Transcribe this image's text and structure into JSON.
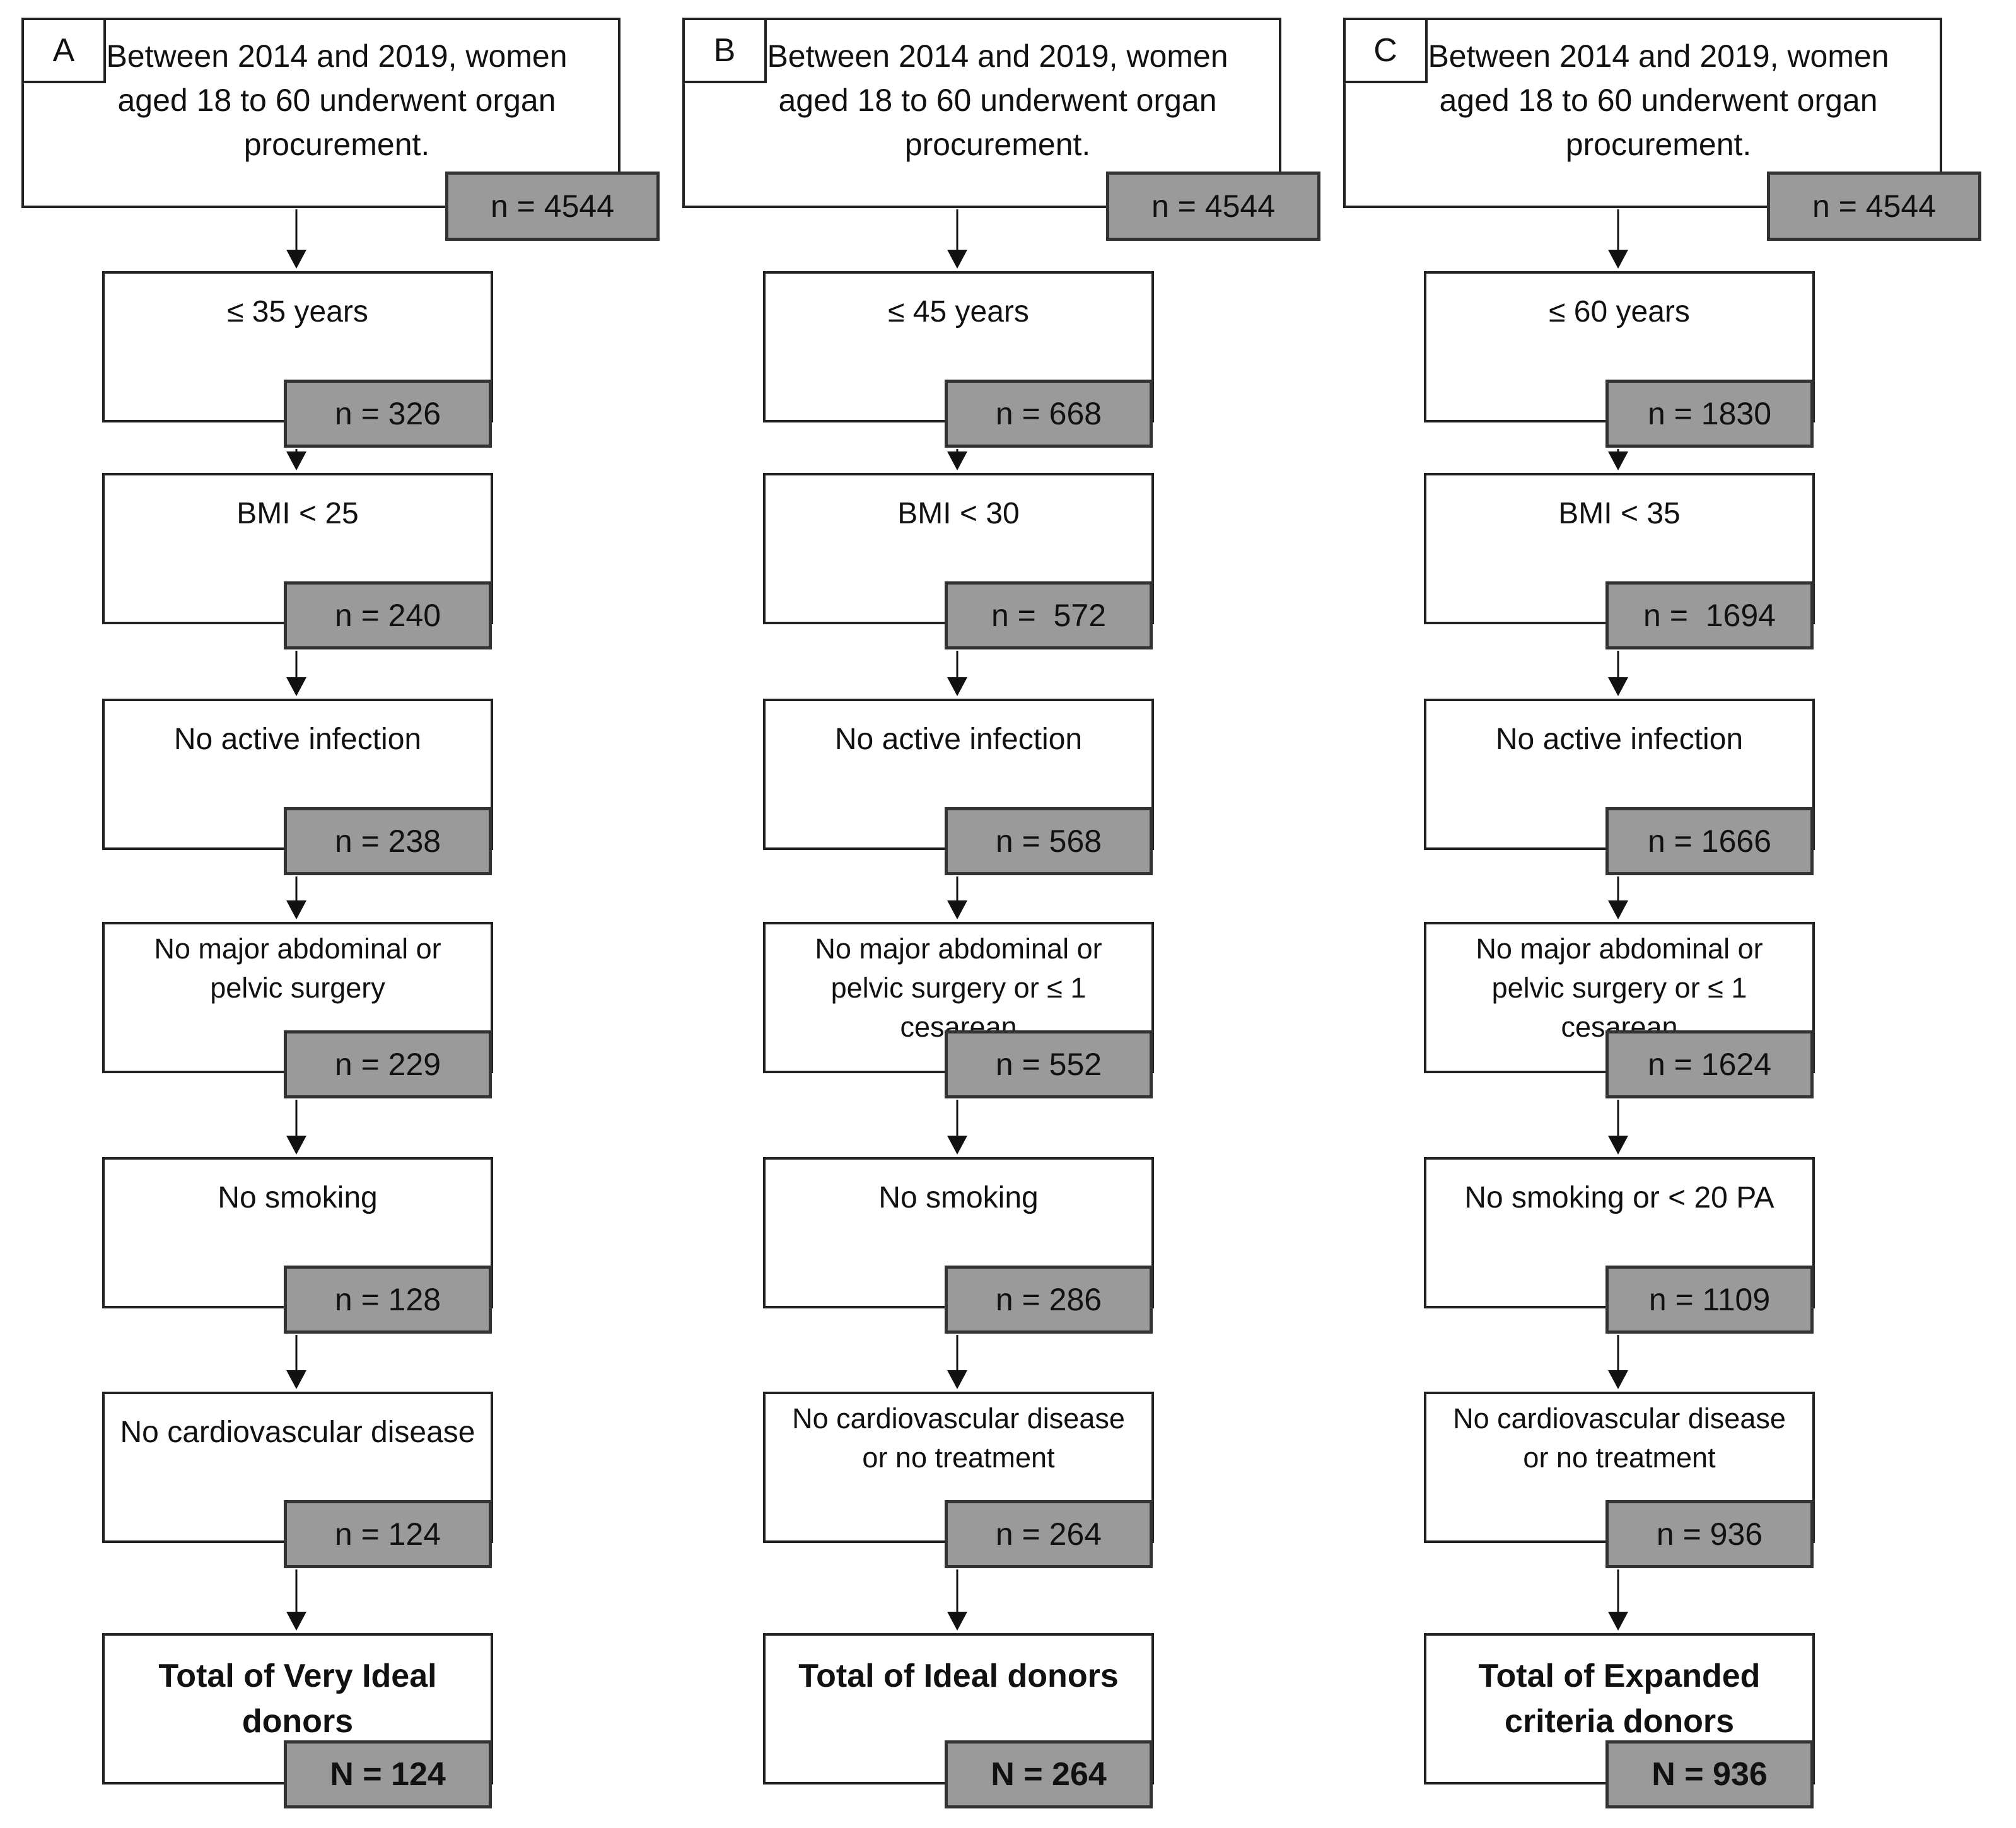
{
  "panels": [
    {
      "letter": "A",
      "header": "Between 2014 and 2019, women aged 18 to 60 underwent organ procurement.",
      "total_n": "n = 4544",
      "steps": [
        {
          "label": "≤ 35 years",
          "n": "n = 326"
        },
        {
          "label": "BMI < 25",
          "n": "n = 240"
        },
        {
          "label": "No active infection",
          "n": "n = 238"
        },
        {
          "label": "No major abdominal or pelvic surgery",
          "n": "n = 229"
        },
        {
          "label": "No smoking",
          "n": "n = 128"
        },
        {
          "label": "No cardiovascular disease",
          "n": "n = 124"
        }
      ],
      "final": {
        "label": "Total of Very Ideal donors",
        "n": "N = 124"
      }
    },
    {
      "letter": "B",
      "header": "Between 2014 and 2019, women aged 18 to 60 underwent organ procurement.",
      "total_n": "n = 4544",
      "steps": [
        {
          "label": "≤ 45 years",
          "n": "n = 668"
        },
        {
          "label": "BMI < 30",
          "n": "n =  572"
        },
        {
          "label": "No active infection",
          "n": "n = 568"
        },
        {
          "label": "No major abdominal or pelvic surgery or ≤ 1 cesarean",
          "n": "n = 552"
        },
        {
          "label": "No smoking",
          "n": "n = 286"
        },
        {
          "label": "No cardiovascular disease or no treatment",
          "n": "n = 264"
        }
      ],
      "final": {
        "label": "Total of Ideal donors",
        "n": "N = 264"
      }
    },
    {
      "letter": "C",
      "header": "Between 2014 and 2019, women aged 18 to 60 underwent organ procurement.",
      "total_n": "n = 4544",
      "steps": [
        {
          "label": "≤ 60 years",
          "n": "n = 1830"
        },
        {
          "label": "BMI < 35",
          "n": "n =  1694"
        },
        {
          "label": "No active infection",
          "n": "n = 1666"
        },
        {
          "label": "No major abdominal or pelvic surgery or ≤ 1 cesarean",
          "n": "n = 1624"
        },
        {
          "label": "No smoking or < 20 PA",
          "n": "n = 1109"
        },
        {
          "label": "No cardiovascular disease or no treatment",
          "n": "n = 936"
        }
      ],
      "final": {
        "label": "Total of Expanded criteria donors",
        "n": "N = 936"
      }
    }
  ]
}
